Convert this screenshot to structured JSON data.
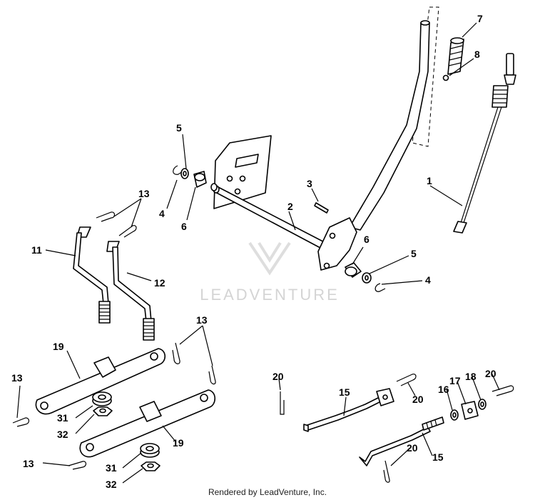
{
  "watermark": "LEADVENTURE",
  "footer": "Rendered by LeadVenture, Inc.",
  "callouts": {
    "c1": "1",
    "c2": "2",
    "c3": "3",
    "c4a": "4",
    "c4b": "4",
    "c5a": "5",
    "c5b": "5",
    "c6a": "6",
    "c6b": "6",
    "c7": "7",
    "c8": "8",
    "c11": "11",
    "c12": "12",
    "c13a": "13",
    "c13b": "13",
    "c13c": "13",
    "c13d": "13",
    "c15a": "15",
    "c15b": "15",
    "c16": "16",
    "c17": "17",
    "c18": "18",
    "c19a": "19",
    "c19b": "19",
    "c20a": "20",
    "c20b": "20",
    "c20c": "20",
    "c20d": "20",
    "c31a": "31",
    "c31b": "31",
    "c32a": "32",
    "c32b": "32"
  }
}
